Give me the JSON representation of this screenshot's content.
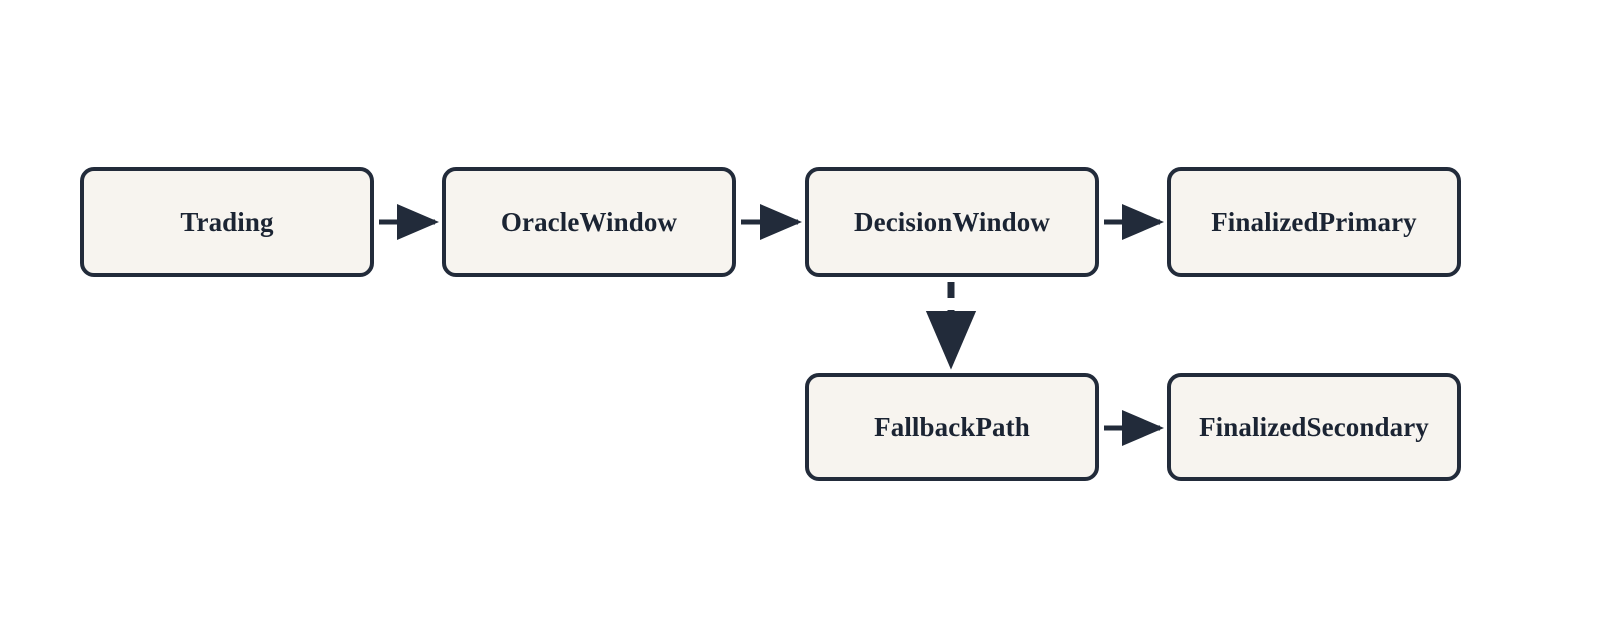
{
  "diagram": {
    "type": "flowchart",
    "direction": "left-to-right",
    "background_color": "#ffffff",
    "node_fill_color": "#f7f4ef",
    "node_border_color": "#222b3a",
    "node_text_color": "#1b2433",
    "edge_color": "#222b3a",
    "nodes": [
      {
        "id": "trading",
        "label": "Trading"
      },
      {
        "id": "oraclewindow",
        "label": "OracleWindow"
      },
      {
        "id": "decisionwindow",
        "label": "DecisionWindow"
      },
      {
        "id": "finalizedprimary",
        "label": "FinalizedPrimary"
      },
      {
        "id": "fallbackpath",
        "label": "FallbackPath"
      },
      {
        "id": "finalizedsecondary",
        "label": "FinalizedSecondary"
      }
    ],
    "edges": [
      {
        "from": "trading",
        "to": "oraclewindow",
        "style": "solid",
        "label": ""
      },
      {
        "from": "oraclewindow",
        "to": "decisionwindow",
        "style": "solid",
        "label": ""
      },
      {
        "from": "decisionwindow",
        "to": "finalizedprimary",
        "style": "solid",
        "label": ""
      },
      {
        "from": "decisionwindow",
        "to": "fallbackpath",
        "style": "dashed",
        "label": ""
      },
      {
        "from": "fallbackpath",
        "to": "finalizedsecondary",
        "style": "solid",
        "label": ""
      }
    ]
  }
}
